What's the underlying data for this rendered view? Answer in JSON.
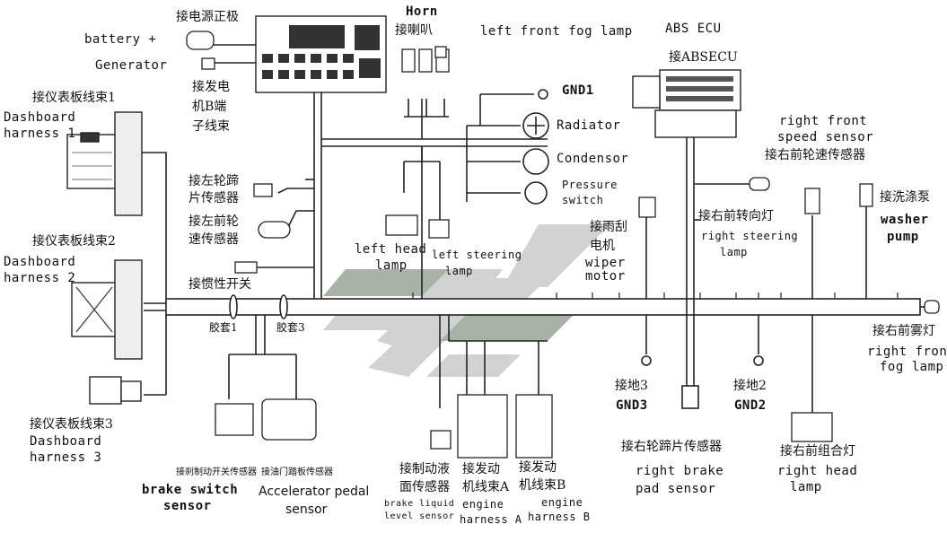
{
  "labels": {
    "battery_cn": "接电源正极",
    "battery_en1": "battery +",
    "generator_en": "Generator",
    "gen_cn1": "接发电",
    "gen_cn2": "机B端",
    "gen_cn3": "子线束",
    "horn_en": "Horn",
    "horn_cn": "接喇叭",
    "left_fog": "left front fog lamp",
    "abs_en": "ABS ECU",
    "abs_cn": "接ABSECU",
    "gnd1": "GND1",
    "radiator": "Radiator",
    "condensor": "Condensor",
    "pressure1": "Pressure",
    "pressure2": "switch",
    "dash1_cn": "接仪表板线束1",
    "dash1_en1": "Dashboard",
    "dash1_en2": "harness 1",
    "dash2_cn": "接仪表板线束2",
    "dash2_en1": "Dashboard",
    "dash2_en2": "harness 2",
    "dash3_cn": "接仪表板线束3",
    "dash3_en1": "Dashboard",
    "dash3_en2": "harness 3",
    "left_pad_cn1": "接左轮蹄",
    "left_pad_cn2": "片传感器",
    "left_speed_cn1": "接左前轮",
    "left_speed_cn2": "速传感器",
    "inertia_cn": "接惯性开关",
    "sleeve1": "胶套1",
    "sleeve3": "胶套3",
    "left_head1": "left head",
    "left_head2": "lamp",
    "left_steer1": "left steering",
    "left_steer2": "lamp",
    "wiper_cn1": "接雨刮",
    "wiper_cn2": "电机",
    "wiper_en1": "wiper",
    "wiper_en2": "motor",
    "rsteer_cn": "接右前转向灯",
    "rsteer_en1": "right steering",
    "rsteer_en2": "lamp",
    "rspeed_en1": "right front",
    "rspeed_en2": "speed sensor",
    "rspeed_cn": "接右前轮速传感器",
    "washer_cn": "接洗涤泵",
    "washer_en1": "washer",
    "washer_en2": "pump",
    "rfog_cn": "接右前雾灯",
    "rfog_en1": "right front",
    "rfog_en2": "fog lamp",
    "gnd3_cn": "接地3",
    "gnd3_en": "GND3",
    "gnd2_cn": "接地2",
    "gnd2_en": "GND2",
    "rpad_cn": "接右轮蹄片传感器",
    "rpad_en1": "right brake",
    "rpad_en2": "pad sensor",
    "rhead_cn": "接右前组合灯",
    "rhead_en1": "right head",
    "rhead_en2": "lamp",
    "brake_sw_cn": "接刹制动开关传感器",
    "brake_sw_en1": "brake switch",
    "brake_sw_en2": "sensor",
    "accel_cn": "接油门踏板传感器",
    "accel_en1": "Accelerator pedal",
    "accel_en2": "sensor",
    "brake_liq_cn1": "接制动液",
    "brake_liq_cn2": "面传感器",
    "brake_liq_en1": "brake liquid",
    "brake_liq_en2": "level sensor",
    "engA_cn1": "接发动",
    "engA_cn2": "机线束A",
    "engA_en1": "engine",
    "engA_en2": "harness A",
    "engB_cn1": "接发动",
    "engB_cn2": "机线束B",
    "engB_en1": "engine",
    "engB_en2": "harness B"
  },
  "colors": {
    "line": "#222222",
    "watermark_gray": "#c9cccb",
    "watermark_green": "#9aa697"
  }
}
